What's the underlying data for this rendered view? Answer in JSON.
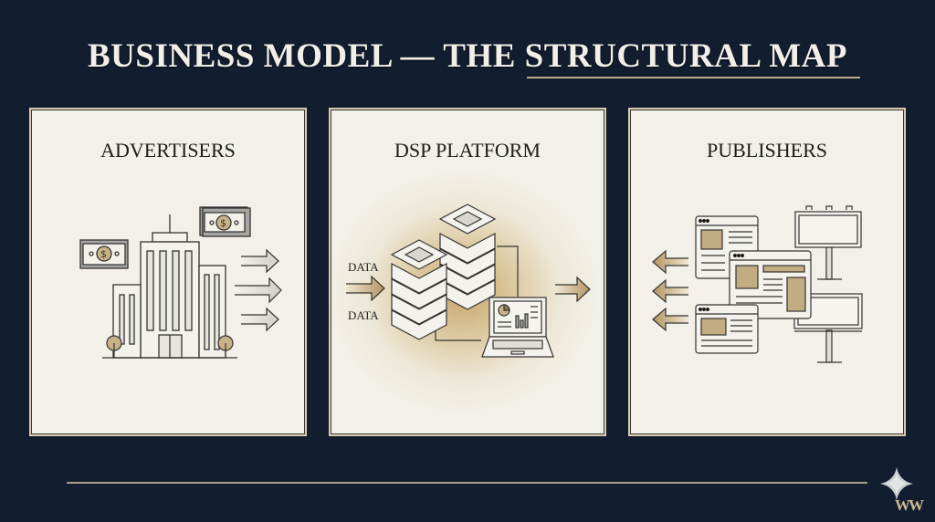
{
  "slide": {
    "title": "BUSINESS MODEL — THE STRUCTURAL MAP",
    "underlined_phrase": "STRUCTURAL MAP"
  },
  "cards": [
    {
      "title": "ADVERTISERS",
      "icons": [
        "office-building-icon",
        "money-bill-icon",
        "money-bill-icon",
        "tree-icon",
        "tree-icon",
        "outgoing-arrow-icon"
      ]
    },
    {
      "title": "DSP PLATFORM",
      "input_labels": [
        "DATA",
        "DATA"
      ],
      "icons": [
        "server-stack-icon",
        "server-stack-icon",
        "laptop-analytics-icon",
        "incoming-arrow-icon",
        "outgoing-arrow-icon"
      ]
    },
    {
      "title": "PUBLISHERS",
      "icons": [
        "webpage-icon",
        "webpage-icon",
        "webpage-icon",
        "billboard-icon",
        "billboard-icon",
        "incoming-arrow-icon"
      ]
    }
  ],
  "logo": {
    "text": "W",
    "icon": "four-point-star-icon"
  },
  "colors": {
    "background": "#121e30",
    "card": "#f2f0e8",
    "accent_gold": "#b9a170",
    "title_text": "#f1efe8"
  }
}
